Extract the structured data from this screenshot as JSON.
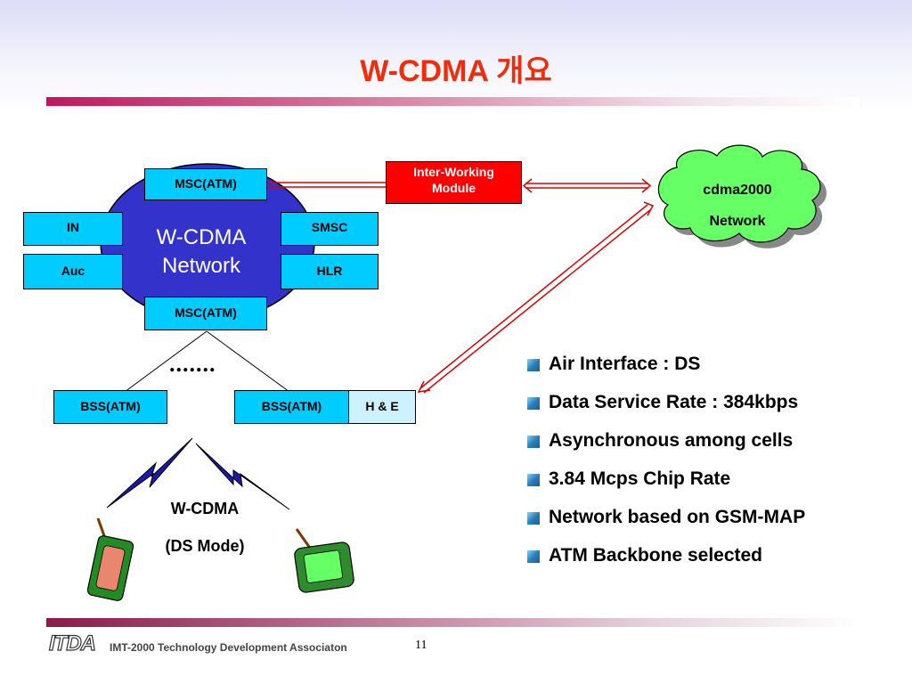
{
  "title": "W-CDMA 개요",
  "network": {
    "label_line1": "W-CDMA",
    "label_line2": "Network",
    "msc_top": "MSC(ATM)",
    "msc_bottom": "MSC(ATM)",
    "in": "IN",
    "auc": "Auc",
    "smsc": "SMSC",
    "hlr": "HLR"
  },
  "iwm": {
    "line1": "Inter-Working",
    "line2": "Module"
  },
  "cloud": {
    "line1": "cdma2000",
    "line2": "Network"
  },
  "ellipsis": ".......",
  "bss_left": "BSS(ATM)",
  "bss_right": "BSS(ATM)",
  "he": "H & E",
  "radio": {
    "line1": "W-CDMA",
    "line2": "(DS Mode)"
  },
  "bullets": [
    "Air Interface  : DS",
    "Data Service Rate : 384kbps",
    "Asynchronous among cells",
    "3.84 Mcps Chip Rate",
    "Network based on GSM-MAP",
    "ATM Backbone selected"
  ],
  "footer": {
    "logo": "ITDA",
    "org": "IMT-2000 Technology Development Associaton",
    "page": "11"
  },
  "colors": {
    "title": "#f02c0c",
    "network_fill": "#3333cc",
    "box_fill": "#00ccff",
    "iwm_fill": "#ff0000",
    "cloud_fill": "#66ff66",
    "link_red": "#e00000"
  }
}
